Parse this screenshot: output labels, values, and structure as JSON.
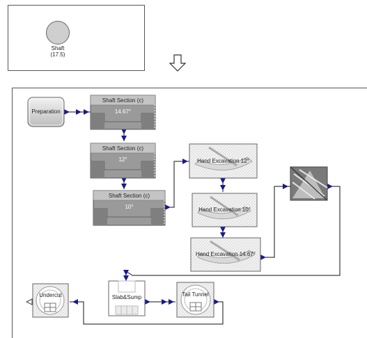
{
  "top_panel": {
    "shaft_label": "Shaft",
    "shaft_value": "(17.5)"
  },
  "nodes": {
    "preparation": "Preparation",
    "shaft_section_1": {
      "title": "Shaft Section (c)",
      "angle": "14.67°"
    },
    "shaft_section_2": {
      "title": "Shaft Section (c)",
      "angle": "12°"
    },
    "shaft_section_3": {
      "title": "Shaft Section (c)",
      "angle": "10°"
    },
    "hand_excavation_1": "Hand Excavation 12°",
    "hand_excavation_2": "Hand Excavation 10°",
    "hand_excavation_3": "Hand Excavation 14.67°",
    "slab_sump": "Slab&Sump",
    "tail_tunnel": "Tail Tunnel",
    "undercut": "Undercut"
  },
  "colors": {
    "arrow": "#1a1a8c",
    "connector": "#111111",
    "shaft_block": "#a9a9a9"
  }
}
